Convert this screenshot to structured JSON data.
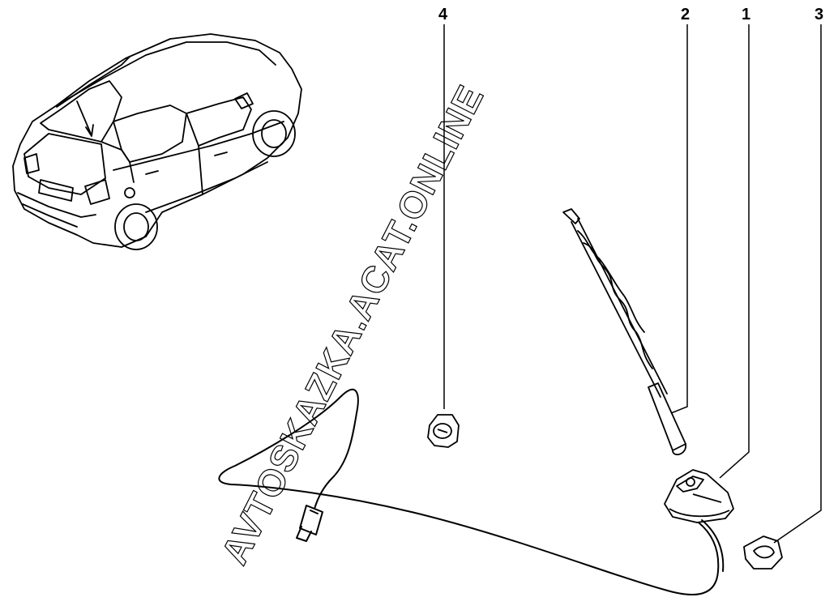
{
  "callouts": {
    "item_1": "1",
    "item_2": "2",
    "item_3": "3",
    "item_4": "4"
  },
  "watermark": {
    "text": "AVTOSKAZKA.ACAT.ONLINE",
    "color": "#000000"
  },
  "colors": {
    "line": "#000000",
    "background": "#ffffff"
  }
}
